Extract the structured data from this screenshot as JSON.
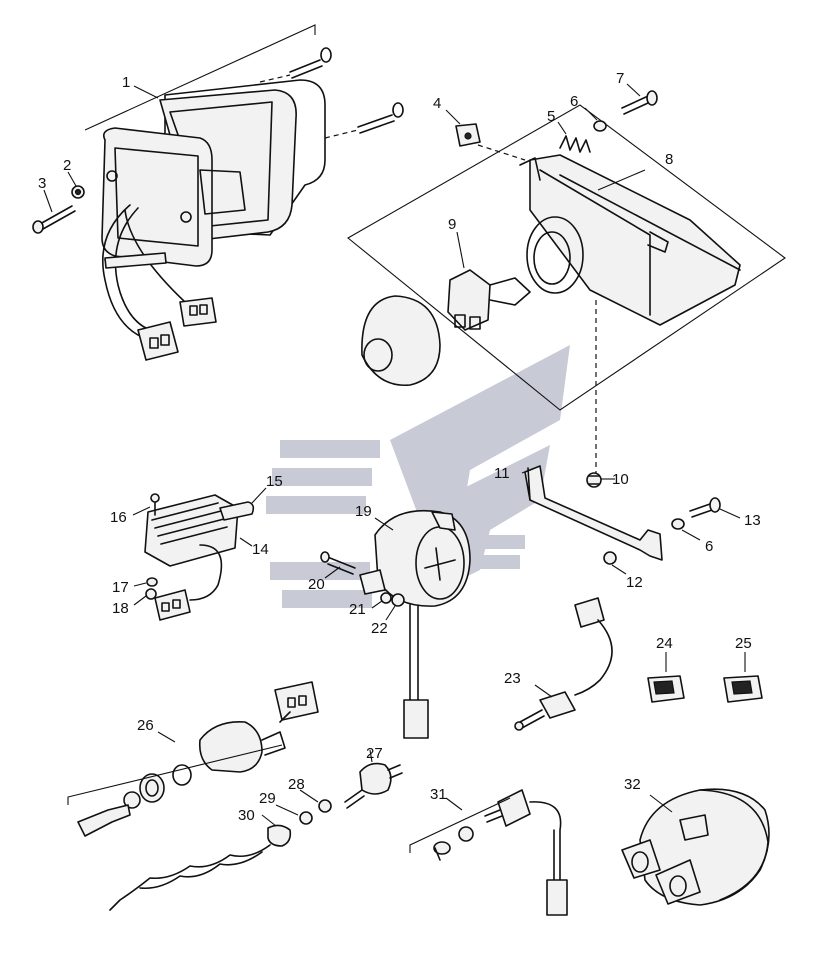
{
  "diagram": {
    "callouts": [
      {
        "id": "c1",
        "label": "1"
      },
      {
        "id": "c2",
        "label": "2"
      },
      {
        "id": "c3",
        "label": "3"
      },
      {
        "id": "c4",
        "label": "4"
      },
      {
        "id": "c5",
        "label": "5"
      },
      {
        "id": "c6a",
        "label": "6"
      },
      {
        "id": "c7",
        "label": "7"
      },
      {
        "id": "c8",
        "label": "8"
      },
      {
        "id": "c9",
        "label": "9"
      },
      {
        "id": "c10",
        "label": "10"
      },
      {
        "id": "c11",
        "label": "11"
      },
      {
        "id": "c12",
        "label": "12"
      },
      {
        "id": "c13",
        "label": "13"
      },
      {
        "id": "c6b",
        "label": "6"
      },
      {
        "id": "c14",
        "label": "14"
      },
      {
        "id": "c15",
        "label": "15"
      },
      {
        "id": "c16",
        "label": "16"
      },
      {
        "id": "c17",
        "label": "17"
      },
      {
        "id": "c18",
        "label": "18"
      },
      {
        "id": "c19",
        "label": "19"
      },
      {
        "id": "c20",
        "label": "20"
      },
      {
        "id": "c21",
        "label": "21"
      },
      {
        "id": "c22",
        "label": "22"
      },
      {
        "id": "c23",
        "label": "23"
      },
      {
        "id": "c24",
        "label": "24"
      },
      {
        "id": "c25",
        "label": "25"
      },
      {
        "id": "c26",
        "label": "26"
      },
      {
        "id": "c27",
        "label": "27"
      },
      {
        "id": "c28",
        "label": "28"
      },
      {
        "id": "c29",
        "label": "29"
      },
      {
        "id": "c30",
        "label": "30"
      },
      {
        "id": "c31",
        "label": "31"
      },
      {
        "id": "c32",
        "label": "32"
      }
    ]
  },
  "colors": {
    "line": "#111111",
    "watermark": "#c8cad6",
    "background": "#ffffff"
  }
}
